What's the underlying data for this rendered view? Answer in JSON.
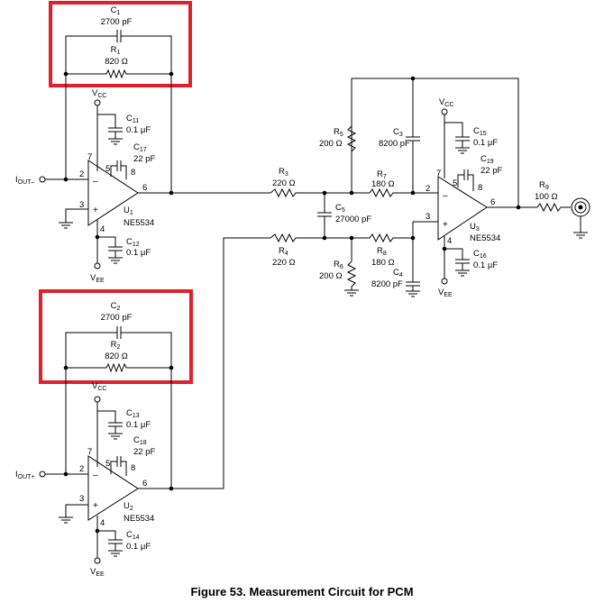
{
  "caption": "Figure 53.  Measurement Circuit for PCM",
  "colors": {
    "highlight": "#e0202e",
    "wire": "#000000"
  },
  "components": {
    "C1": {
      "ref": "C",
      "sub": "1",
      "value": "2700 pF"
    },
    "R1": {
      "ref": "R",
      "sub": "1",
      "value": "820 Ω"
    },
    "C2": {
      "ref": "C",
      "sub": "2",
      "value": "2700 pF"
    },
    "R2": {
      "ref": "R",
      "sub": "2",
      "value": "820 Ω"
    },
    "C11": {
      "ref": "C",
      "sub": "11",
      "value": "0.1 μF"
    },
    "C17": {
      "ref": "C",
      "sub": "17",
      "value": "22 pF"
    },
    "C12": {
      "ref": "C",
      "sub": "12",
      "value": "0.1 μF"
    },
    "C13": {
      "ref": "C",
      "sub": "13",
      "value": "0.1 μF"
    },
    "C18": {
      "ref": "C",
      "sub": "18",
      "value": "22 pF"
    },
    "C14": {
      "ref": "C",
      "sub": "14",
      "value": "0.1 μF"
    },
    "R3": {
      "ref": "R",
      "sub": "3",
      "value": "220 Ω"
    },
    "R4": {
      "ref": "R",
      "sub": "4",
      "value": "220 Ω"
    },
    "R5": {
      "ref": "R",
      "sub": "5",
      "value": "200 Ω"
    },
    "R6": {
      "ref": "R",
      "sub": "6",
      "value": "200 Ω"
    },
    "C5": {
      "ref": "C",
      "sub": "5",
      "value": "27000 pF"
    },
    "R7": {
      "ref": "R",
      "sub": "7",
      "value": "180 Ω"
    },
    "R8": {
      "ref": "R",
      "sub": "8",
      "value": "180 Ω"
    },
    "C3": {
      "ref": "C",
      "sub": "3",
      "value": "8200 pF"
    },
    "C4": {
      "ref": "C",
      "sub": "4",
      "value": "8200 pF"
    },
    "C15": {
      "ref": "C",
      "sub": "15",
      "value": "0.1 μF"
    },
    "C19": {
      "ref": "C",
      "sub": "19",
      "value": "22 pF"
    },
    "C16": {
      "ref": "C",
      "sub": "16",
      "value": "0.1 μF"
    },
    "R9": {
      "ref": "R",
      "sub": "9",
      "value": "100 Ω"
    }
  },
  "opamps": {
    "U1": {
      "ref": "U",
      "sub": "1",
      "part": "NE5534"
    },
    "U2": {
      "ref": "U",
      "sub": "2",
      "part": "NE5534"
    },
    "U3": {
      "ref": "U",
      "sub": "3",
      "part": "NE5534"
    }
  },
  "inputs": {
    "neg": {
      "main": "I",
      "sub": "OUT–"
    },
    "pos": {
      "main": "I",
      "sub": "OUT+"
    }
  },
  "supplies": {
    "vcc_main": "V",
    "vcc_sub": "CC",
    "vee_main": "V",
    "vee_sub": "EE"
  },
  "pins": {
    "p2": "2",
    "p3": "3",
    "p4": "4",
    "p5": "5",
    "p6": "6",
    "p7": "7",
    "p8": "8",
    "minus": "–",
    "plus": "+"
  }
}
